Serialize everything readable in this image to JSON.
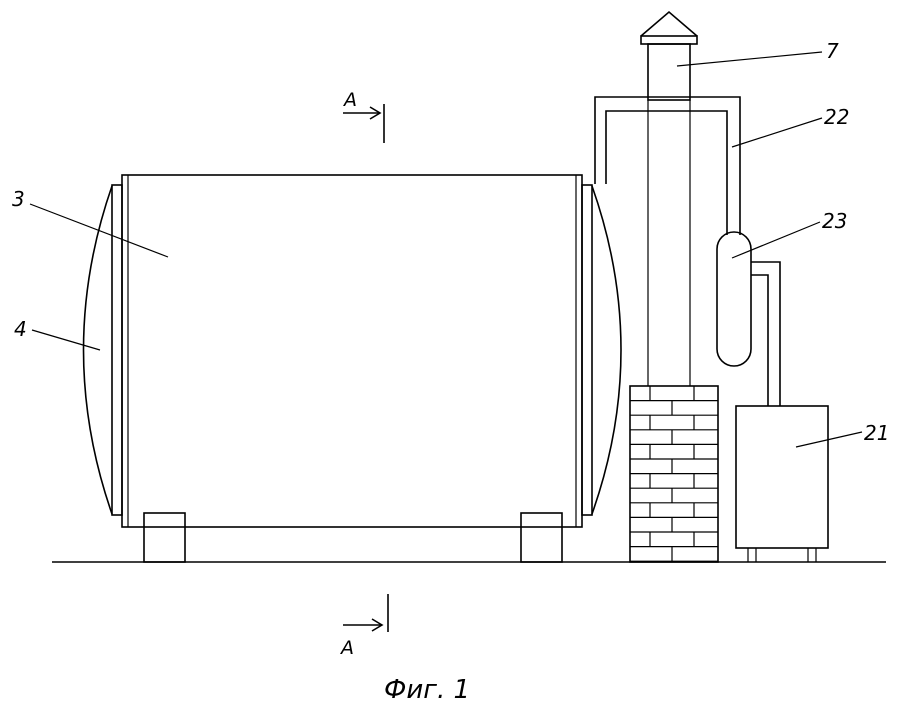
{
  "labels": {
    "tank": "3",
    "end_cap": "4",
    "chimney": "7",
    "stove": "21",
    "flue_pipe": "22",
    "condensate_trap": "23"
  },
  "section_marks": {
    "top": "A",
    "bottom": "A"
  },
  "caption": "Фиг. 1"
}
